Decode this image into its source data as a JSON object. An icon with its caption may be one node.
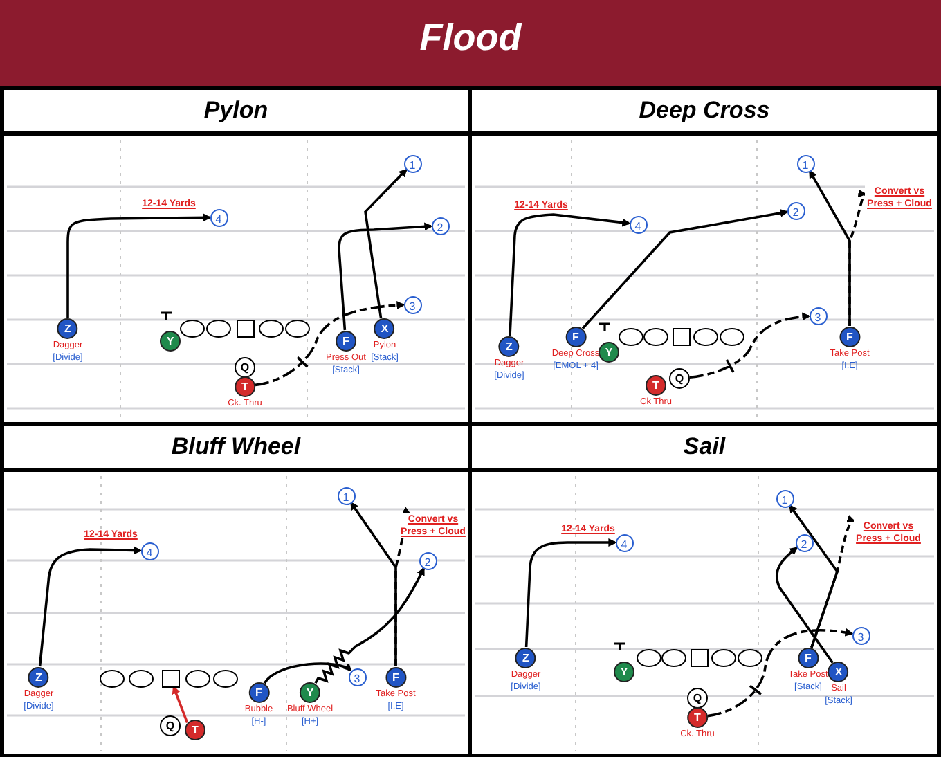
{
  "diagram": {
    "title": "Flood",
    "nodes": [
      {
        "text": [
          "Pylon"
        ]
      },
      {
        "text": [
          "1"
        ],
        "in": 0
      },
      {
        "text": [
          "4"
        ],
        "in": 0
      },
      {
        "text": [
          "2"
        ],
        "in": 0
      },
      {
        "text": [
          "3"
        ],
        "in": 0
      },
      {
        "text": [
          "Z"
        ],
        "beside": [
          "Dagger",
          "[Divide]"
        ],
        "in": 0
      },
      {
        "text": [
          "Y"
        ],
        "in": 0
      },
      {
        "text": [],
        "shape": "circle",
        "in": 0
      },
      {
        "text": [],
        "shape": "circle",
        "in": 0
      },
      {
        "text": [],
        "shape": "box",
        "in": 0
      },
      {
        "text": [],
        "shape": "circle",
        "in": 0
      },
      {
        "text": [],
        "shape": "circle",
        "in": 0
      },
      {
        "text": [
          "Q"
        ],
        "in": 0
      },
      {
        "text": [
          "T"
        ],
        "beside": [
          "Ck. Thru"
        ],
        "in": 0
      },
      {
        "text": [
          "F"
        ],
        "beside": [
          "Press Out",
          "[Stack]"
        ],
        "in": 0
      },
      {
        "text": [
          "X"
        ],
        "beside": [
          "Pylon",
          "[Stack]"
        ],
        "in": 0
      },
      {
        "text": [
          "Deep Cross"
        ]
      },
      {
        "text": [
          "1"
        ],
        "in": 16
      },
      {
        "text": [
          "2"
        ],
        "in": 16
      },
      {
        "text": [
          "4"
        ],
        "in": 16
      },
      {
        "text": [
          "3"
        ],
        "in": 16
      },
      {
        "text": [
          "Z"
        ],
        "beside": [
          "Dagger",
          "[Divide]"
        ],
        "in": 16
      },
      {
        "text": [
          "F"
        ],
        "beside": [
          "Deep Cross",
          "[EMOL + 4]"
        ],
        "in": 16
      },
      {
        "text": [
          "Y"
        ],
        "in": 16
      },
      {
        "text": [],
        "shape": "circle",
        "in": 16
      },
      {
        "text": [],
        "shape": "circle",
        "in": 16
      },
      {
        "text": [],
        "shape": "box",
        "in": 16
      },
      {
        "text": [],
        "shape": "circle",
        "in": 16
      },
      {
        "text": [],
        "shape": "circle",
        "in": 16
      },
      {
        "text": [
          "T"
        ],
        "beside": [
          "Ck Thru"
        ],
        "in": 16
      },
      {
        "text": [
          "Q"
        ],
        "in": 16
      },
      {
        "text": [
          "F"
        ],
        "beside": [
          "Take Post",
          "[I.E]"
        ],
        "in": 16
      },
      {
        "text": [
          "Bluff Wheel"
        ]
      },
      {
        "text": [
          "1"
        ],
        "in": 32
      },
      {
        "text": [
          "4"
        ],
        "in": 32
      },
      {
        "text": [
          "2"
        ],
        "in": 32
      },
      {
        "text": [
          "3"
        ],
        "in": 32
      },
      {
        "text": [
          "Z"
        ],
        "beside": [
          "Dagger",
          "[Divide]"
        ],
        "in": 32
      },
      {
        "text": [],
        "shape": "circle",
        "in": 32
      },
      {
        "text": [],
        "shape": "circle",
        "in": 32
      },
      {
        "text": [],
        "shape": "box",
        "in": 32
      },
      {
        "text": [],
        "shape": "circle",
        "in": 32
      },
      {
        "text": [],
        "shape": "circle",
        "in": 32
      },
      {
        "text": [
          "Q"
        ],
        "in": 32
      },
      {
        "text": [
          "T"
        ],
        "in": 32
      },
      {
        "text": [
          "F"
        ],
        "beside": [
          "Bubble",
          "[H-]"
        ],
        "in": 32
      },
      {
        "text": [
          "Y"
        ],
        "beside": [
          "Bluff Wheel",
          "[H+]"
        ],
        "in": 32
      },
      {
        "text": [
          "F"
        ],
        "beside": [
          "Take Post",
          "[I.E]"
        ],
        "in": 32
      },
      {
        "text": [
          "Sail"
        ]
      },
      {
        "text": [
          "1"
        ],
        "in": 48
      },
      {
        "text": [
          "4"
        ],
        "in": 48
      },
      {
        "text": [
          "2"
        ],
        "in": 48
      },
      {
        "text": [
          "3"
        ],
        "in": 48
      },
      {
        "text": [
          "Z"
        ],
        "beside": [
          "Dagger",
          "[Divide]"
        ],
        "in": 48
      },
      {
        "text": [
          "Y"
        ],
        "in": 48
      },
      {
        "text": [],
        "shape": "circle",
        "in": 48
      },
      {
        "text": [],
        "shape": "circle",
        "in": 48
      },
      {
        "text": [],
        "shape": "box",
        "in": 48
      },
      {
        "text": [],
        "shape": "circle",
        "in": 48
      },
      {
        "text": [],
        "shape": "circle",
        "in": 48
      },
      {
        "text": [
          "Q"
        ],
        "in": 48
      },
      {
        "text": [
          "T"
        ],
        "beside": [
          "Ck. Thru"
        ],
        "in": 48
      },
      {
        "text": [
          "F"
        ],
        "beside": [
          "Take Post",
          "[Stack]"
        ],
        "in": 48
      },
      {
        "text": [
          "X"
        ],
        "beside": [
          "Sail",
          "[Stack]"
        ],
        "in": 48
      },
      {
        "text": [
          "Convert vs Press + Cloud"
        ],
        "in": 16
      },
      {
        "text": [
          "Convert vs Press + Cloud"
        ],
        "in": 32
      },
      {
        "text": [
          "Convert vs Press + Cloud"
        ],
        "in": 48
      }
    ],
    "edges": [
      {
        "from": 5,
        "to": 2,
        "arrow": "to"
      },
      {
        "from": 15,
        "to": 1,
        "arrow": "to"
      },
      {
        "from": 14,
        "to": 3,
        "arrow": "to"
      },
      {
        "from": 13,
        "to": 4,
        "arrow": "to",
        "style": "dashed"
      },
      {
        "from": 21,
        "to": 19,
        "arrow": "to"
      },
      {
        "from": 22,
        "to": 18,
        "arrow": "to"
      },
      {
        "from": 31,
        "to": 17,
        "arrow": "to"
      },
      {
        "from": 31,
        "to": 64,
        "arrow": "to",
        "style": "dashed"
      },
      {
        "from": 30,
        "to": 20,
        "arrow": "to",
        "style": "dashed"
      },
      {
        "from": 37,
        "to": 34,
        "arrow": "to"
      },
      {
        "from": 44,
        "to": 40,
        "arrow": "to",
        "color": "#d42a2a"
      },
      {
        "from": 45,
        "to": 36,
        "arrow": "to"
      },
      {
        "from": 46,
        "to": 35,
        "arrow": "to"
      },
      {
        "from": 47,
        "to": 33,
        "arrow": "to"
      },
      {
        "from": 47,
        "to": 65,
        "arrow": "to",
        "style": "dashed"
      },
      {
        "from": 53,
        "to": 50,
        "arrow": "to"
      },
      {
        "from": 62,
        "to": 49,
        "arrow": "to"
      },
      {
        "from": 62,
        "to": 66,
        "arrow": "to",
        "style": "dashed"
      },
      {
        "from": 63,
        "to": 51,
        "arrow": "to"
      },
      {
        "from": 61,
        "to": 52,
        "arrow": "to",
        "style": "dashed"
      }
    ],
    "labels": [
      "12-14 Yards",
      "12-14 Yards",
      "12-14 Yards",
      "12-14 Yards"
    ]
  }
}
